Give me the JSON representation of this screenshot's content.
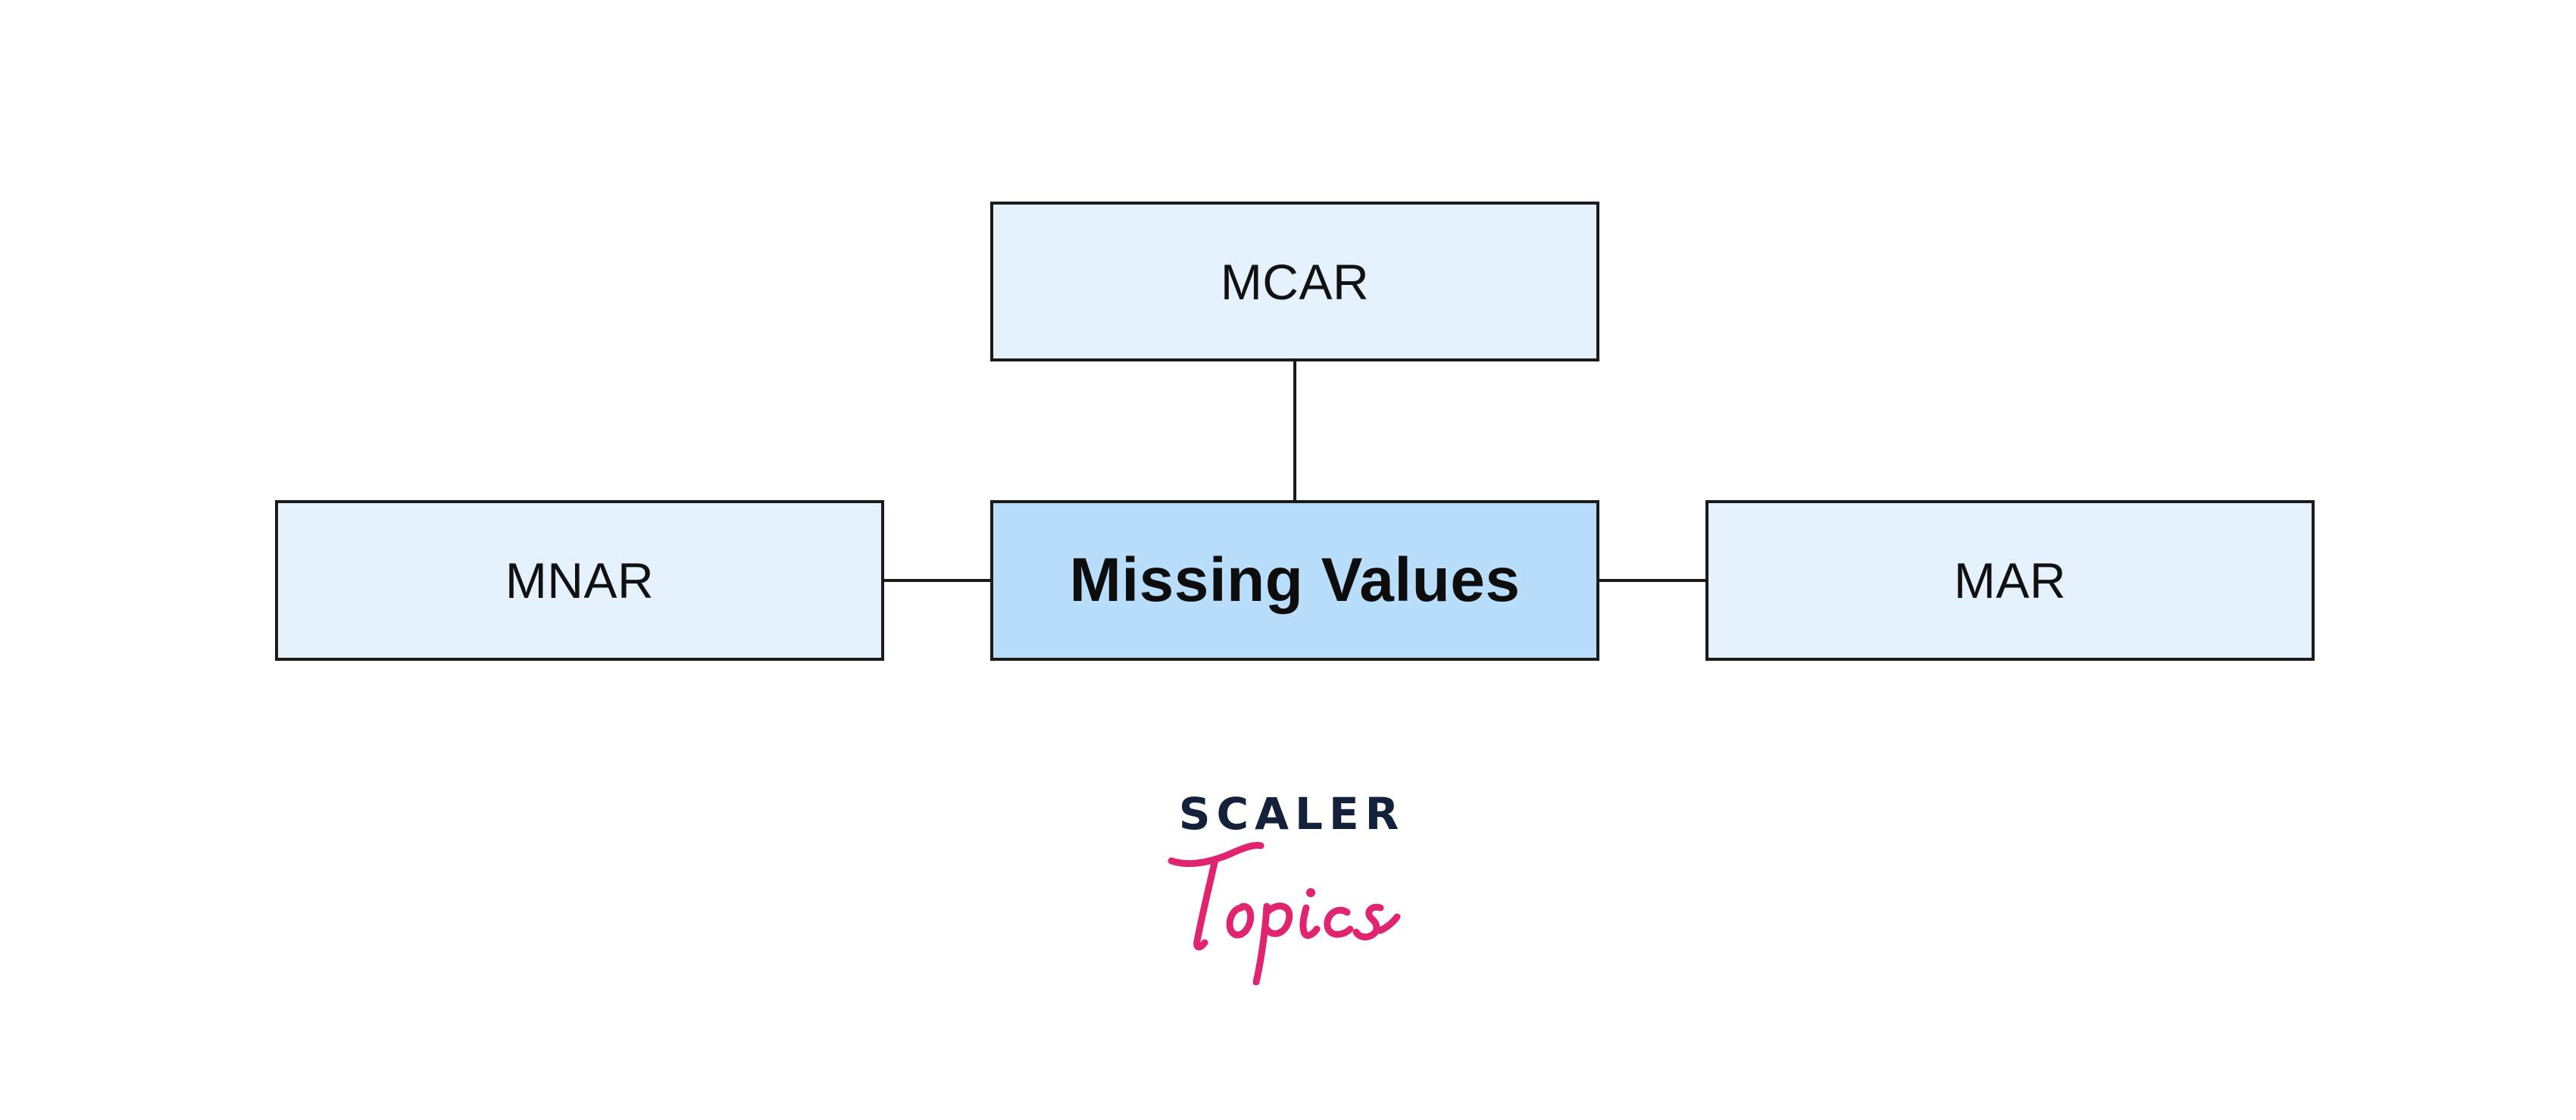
{
  "diagram": {
    "center": {
      "label": "Missing Values"
    },
    "top": {
      "label": "MCAR"
    },
    "left": {
      "label": "MNAR"
    },
    "right": {
      "label": "MAR"
    }
  },
  "logo": {
    "top_text": "SCALER",
    "script_text": "Topics",
    "colors": {
      "top": "#14213a",
      "script": "#e0246f"
    }
  },
  "colors": {
    "node_fill": "#e5f2fd",
    "center_fill": "#b9defb",
    "border": "#1b1b1b"
  }
}
